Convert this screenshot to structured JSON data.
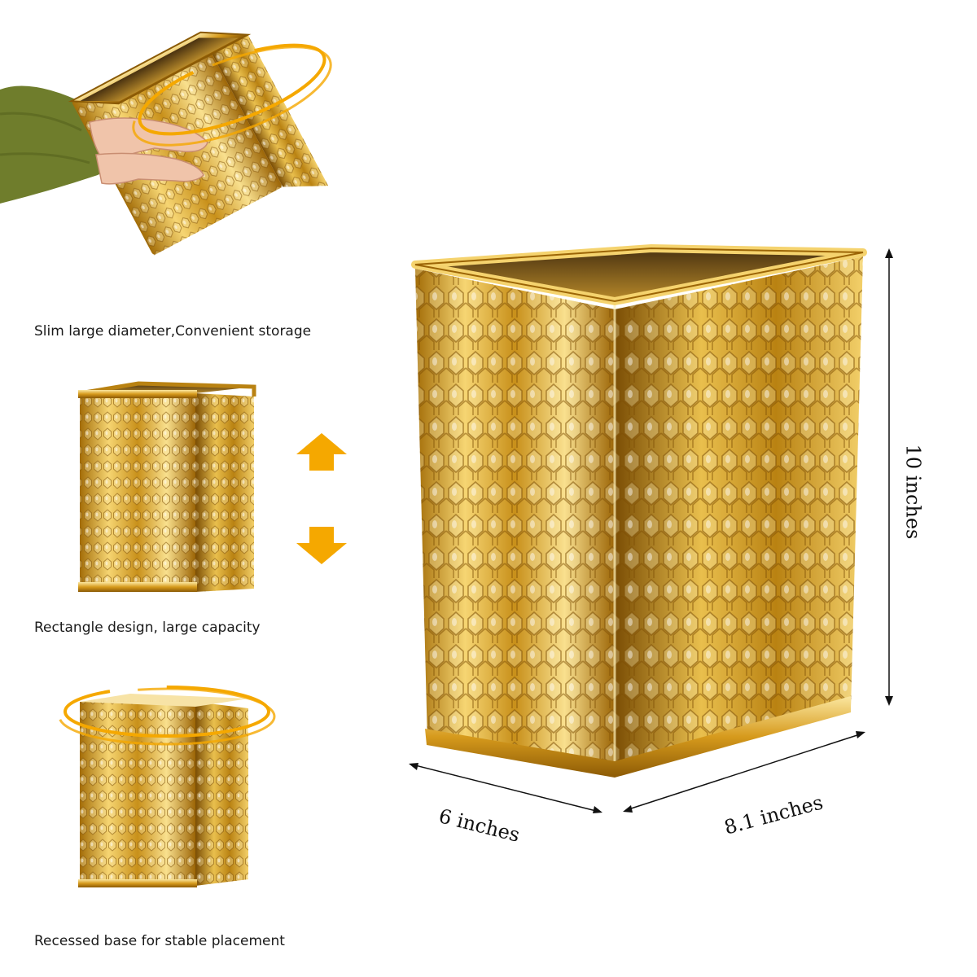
{
  "captions": {
    "top": "Slim large diameter,Convenient storage",
    "middle": "Rectangle design, large capacity",
    "bottom": "Recessed base for stable placement"
  },
  "dimensions": {
    "height": "10 inches",
    "depth": "6 inches",
    "width": "8.1 inches"
  },
  "colors": {
    "gold_light": "#f7d77a",
    "gold_mid": "#d9a520",
    "gold_dark": "#8a5a06",
    "accent_orange": "#f5a800",
    "sleeve_green": "#6f7d2c",
    "skin": "#f0c4aa"
  }
}
